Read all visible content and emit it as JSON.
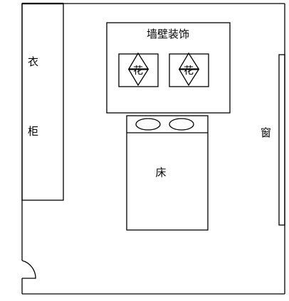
{
  "labels": {
    "wardrobe_top": "衣",
    "wardrobe_bottom": "柜",
    "wall_decoration": "墙壁装饰",
    "flower_left": "花",
    "flower_right": "花",
    "bed": "床",
    "window": "窗"
  },
  "colors": {
    "stroke": "#000000",
    "background": "#ffffff"
  }
}
